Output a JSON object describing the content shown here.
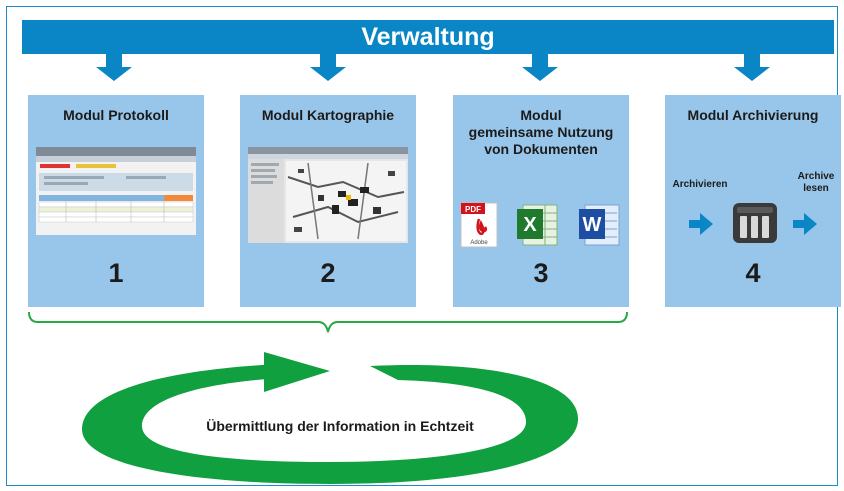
{
  "banner": {
    "title": "Verwaltung",
    "color": "#0a86c6"
  },
  "modules": [
    {
      "title_lines": [
        "Modul Protokoll"
      ],
      "number": "1"
    },
    {
      "title_lines": [
        "Modul Kartographie"
      ],
      "number": "2"
    },
    {
      "title_lines": [
        "Modul",
        "gemeinsame Nutzung",
        "von Dokumenten"
      ],
      "number": "3"
    },
    {
      "title_lines": [
        "Modul Archivierung"
      ],
      "number": "4"
    }
  ],
  "archive": {
    "left_label": "Archivieren",
    "right_label_lines": [
      "Archive",
      "lesen"
    ]
  },
  "document_icons": [
    {
      "name": "pdf-icon",
      "label": "PDF",
      "sublabel": "Adobe"
    },
    {
      "name": "excel-icon",
      "label": "X"
    },
    {
      "name": "word-icon",
      "label": "W"
    }
  ],
  "cycle": {
    "label": "Übermittlung der Information in Echtzeit",
    "color": "#10a040"
  },
  "colors": {
    "module_bg": "#98c6ea",
    "accent_blue": "#1e8bc8",
    "brace": "#2aa845"
  }
}
